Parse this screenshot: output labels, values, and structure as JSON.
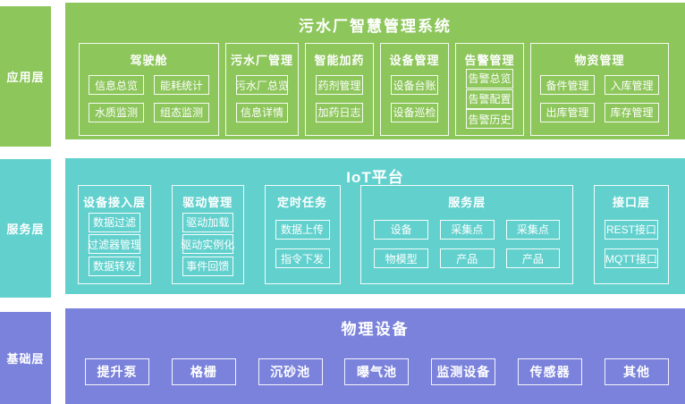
{
  "colors": {
    "application_green": "#8dc65b",
    "service_teal": "#62d1ce",
    "base_purple": "#7a82db",
    "text": "#ffffff",
    "background": "#ffffff"
  },
  "sidebar": {
    "application": "应用层",
    "service": "服务层",
    "base": "基础层"
  },
  "application_layer": {
    "title": "污水厂智慧管理系统",
    "groups": [
      {
        "title": "驾驶舱",
        "items": [
          "信息总览",
          "能耗统计",
          "水质监测",
          "组态监测"
        ]
      },
      {
        "title": "污水厂管理",
        "items": [
          "污水厂总览",
          "信息详情"
        ]
      },
      {
        "title": "智能加药",
        "items": [
          "药剂管理",
          "加药日志"
        ]
      },
      {
        "title": "设备管理",
        "items": [
          "设备台账",
          "设备巡检"
        ]
      },
      {
        "title": "告警管理",
        "items": [
          "告警总览",
          "告警配置",
          "告警历史"
        ]
      },
      {
        "title": "物资管理",
        "items": [
          "备件管理",
          "入库管理",
          "出库管理",
          "库存管理"
        ]
      }
    ]
  },
  "service_layer": {
    "title": "IoT平台",
    "groups": [
      {
        "title": "设备接入层",
        "items": [
          "数据过滤",
          "过滤器管理",
          "数据转发"
        ]
      },
      {
        "title": "驱动管理",
        "items": [
          "驱动加载",
          "驱动实例化",
          "事件回馈"
        ]
      },
      {
        "title": "定时任务",
        "items": [
          "数据上传",
          "指令下发"
        ]
      },
      {
        "title": "服务层",
        "items": [
          "设备",
          "采集点",
          "采集点",
          "物模型",
          "产品",
          "产品"
        ]
      },
      {
        "title": "接口层",
        "items": [
          "REST接口",
          "MQTT接口"
        ]
      }
    ]
  },
  "base_layer": {
    "title": "物理设备",
    "items": [
      "提升泵",
      "格栅",
      "沉砂池",
      "曝气池",
      "监测设备",
      "传感器",
      "其他"
    ]
  }
}
